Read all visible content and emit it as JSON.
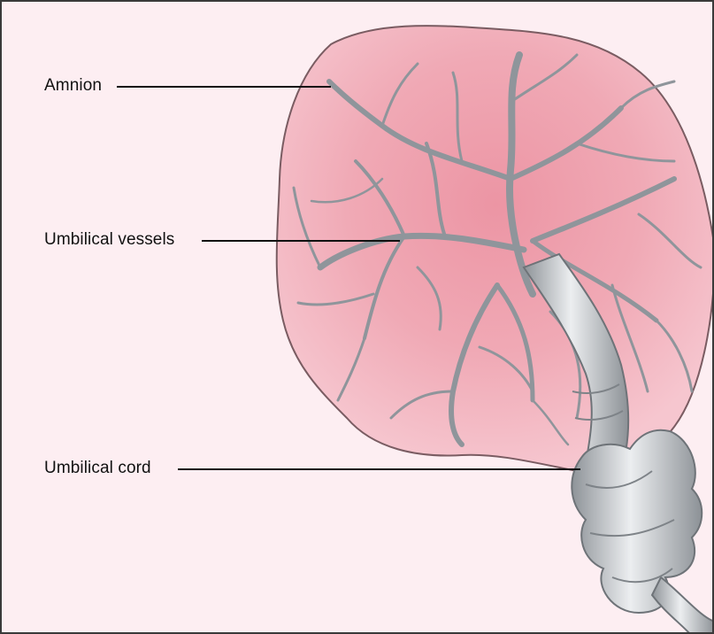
{
  "labels": {
    "amnion": "Amnion",
    "umbilical_vessels": "Umbilical vessels",
    "umbilical_cord": "Umbilical cord"
  },
  "colors": {
    "frame_background": "#fdeef2",
    "amnion_fill": "#ec9aa8",
    "vessel": "#8f959b",
    "cord": "#bfc3c7",
    "leader_line": "#111111"
  }
}
